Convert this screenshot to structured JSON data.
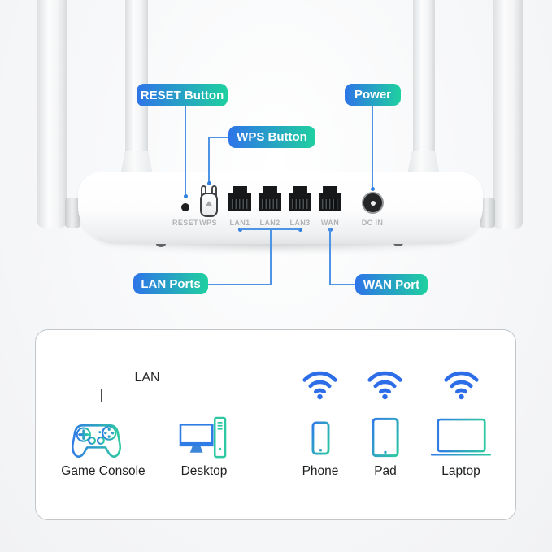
{
  "callouts": {
    "reset": "RESET Button",
    "wps": "WPS Button",
    "power": "Power",
    "lan": "LAN Ports",
    "wan": "WAN Port"
  },
  "router": {
    "port_labels": [
      "RESET",
      "WPS",
      "LAN1",
      "LAN2",
      "LAN3",
      "WAN",
      "DC IN"
    ]
  },
  "device_panel": {
    "lan_group_label": "LAN",
    "devices": [
      {
        "label": "Game Console",
        "icon": "game-console-icon",
        "connection": "lan"
      },
      {
        "label": "Desktop",
        "icon": "desktop-icon",
        "connection": "lan"
      },
      {
        "label": "Phone",
        "icon": "phone-icon",
        "connection": "wifi"
      },
      {
        "label": "Pad",
        "icon": "pad-icon",
        "connection": "wifi"
      },
      {
        "label": "Laptop",
        "icon": "laptop-icon",
        "connection": "wifi"
      }
    ]
  },
  "colors": {
    "pill_gradient_start": "#2e74e8",
    "pill_gradient_end": "#1fd0a0",
    "callout_line_blue": "#4f94e4",
    "wifi_blue": "#2e6de8",
    "icon_gradient_start": "#2f7ce5",
    "icon_gradient_end": "#2ec9a2",
    "port_label_gray": "#b0b3b6",
    "panel_border": "#c3c6c9"
  }
}
